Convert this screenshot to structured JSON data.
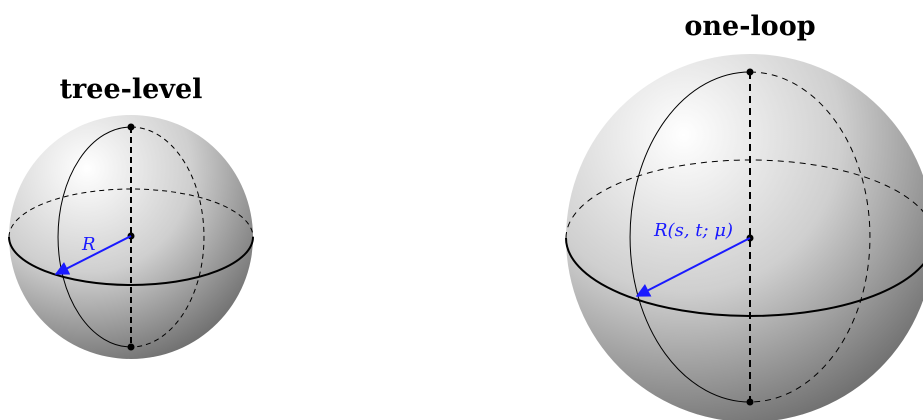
{
  "colors": {
    "radius": "#1a1aff",
    "outline": "#000000",
    "sphere_light": "#ffffff",
    "sphere_mid": "#c4c4c4",
    "sphere_dark": "#5a5a5a"
  },
  "spheres": [
    {
      "title": "tree-level",
      "radius_label": "R"
    },
    {
      "title": "one-loop",
      "radius_label": "R(s, t; μ)"
    }
  ]
}
